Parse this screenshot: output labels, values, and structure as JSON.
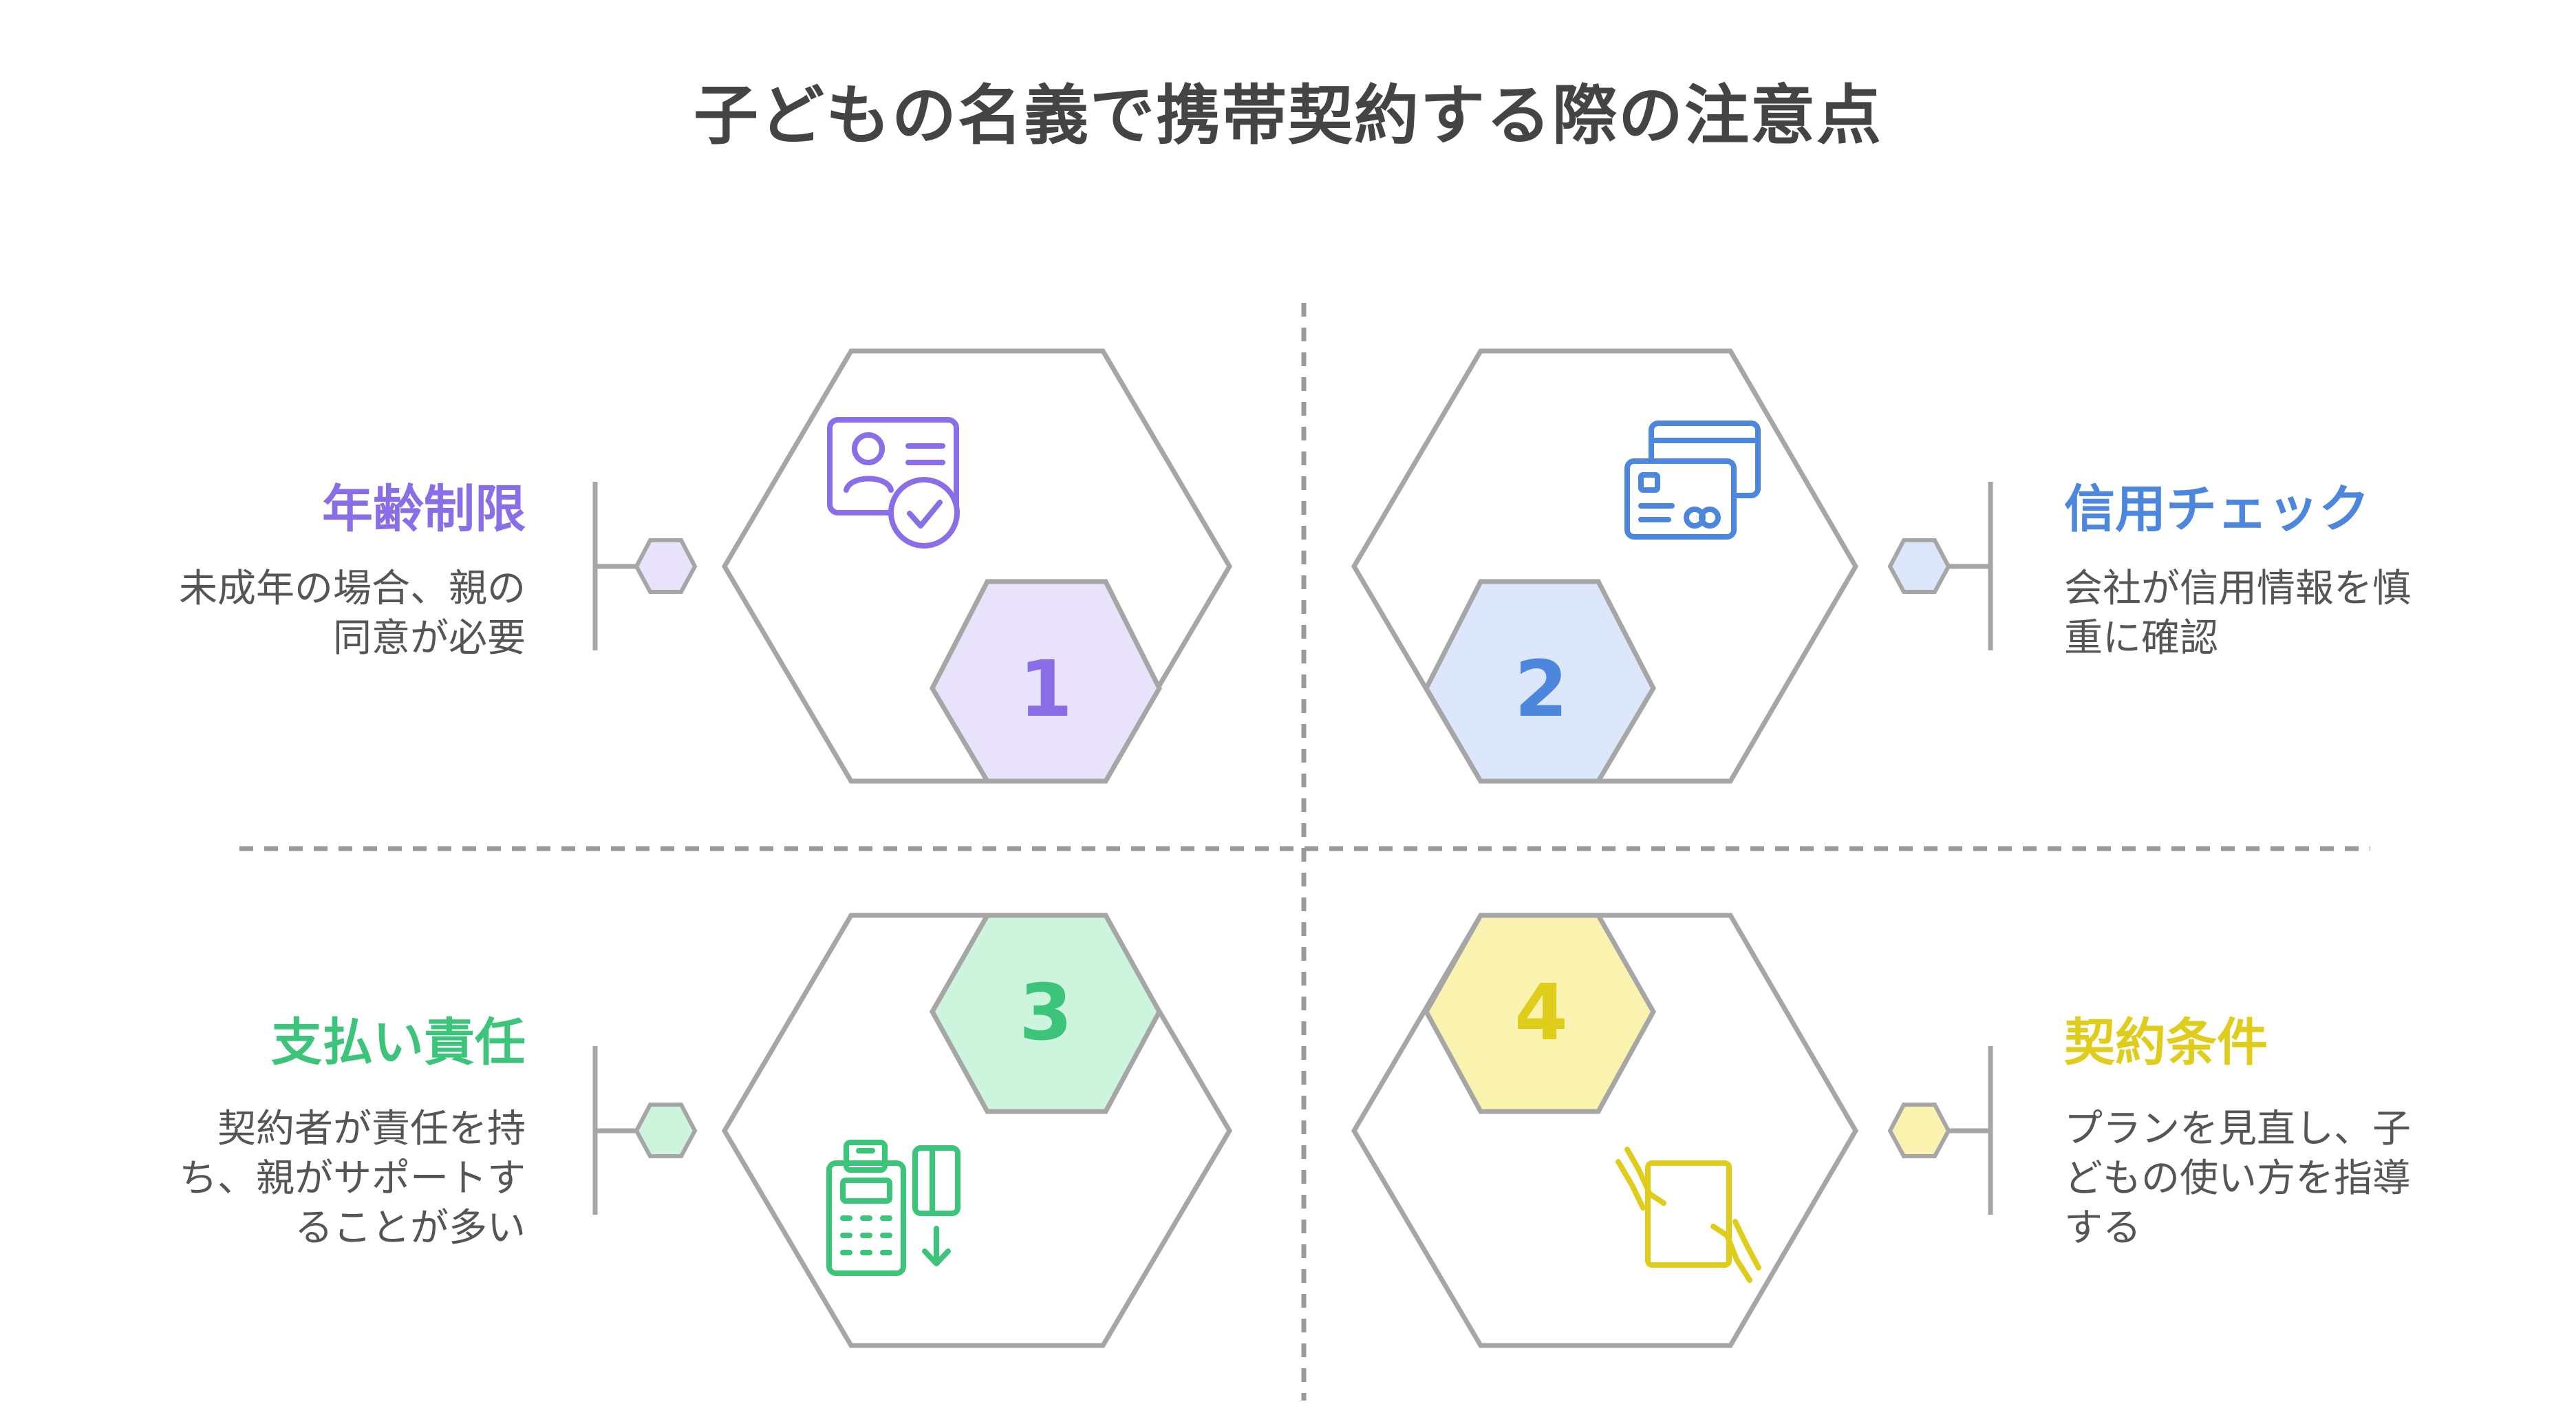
{
  "title": "子どもの名義で携帯契約する際の注意点",
  "colors": {
    "outline": "#a6a6a6",
    "divider": "#9a9a9a",
    "text": "#555555",
    "title": "#444444"
  },
  "items": [
    {
      "number": "1",
      "label": "年齢制限",
      "desc_lines": [
        "未成年の場合、親の",
        "同意が必要"
      ],
      "icon": "id-card-check-icon",
      "accent": "#8a6ee8",
      "fill": "#e8e2fb"
    },
    {
      "number": "2",
      "label": "信用チェック",
      "desc_lines": [
        "会社が信用情報を慎",
        "重に確認"
      ],
      "icon": "credit-cards-icon",
      "accent": "#4d86dd",
      "fill": "#dce7fb"
    },
    {
      "number": "3",
      "label": "支払い責任",
      "desc_lines": [
        "契約者が責任を持",
        "ち、親がサポートす",
        "ることが多い"
      ],
      "icon": "payment-terminal-icon",
      "accent": "#3cc57a",
      "fill": "#cdf5de"
    },
    {
      "number": "4",
      "label": "契約条件",
      "desc_lines": [
        "プランを見直し、子",
        "どもの使い方を指導",
        "する"
      ],
      "icon": "contract-handshake-icon",
      "accent": "#e0cc1a",
      "fill": "#faf3b0"
    }
  ]
}
